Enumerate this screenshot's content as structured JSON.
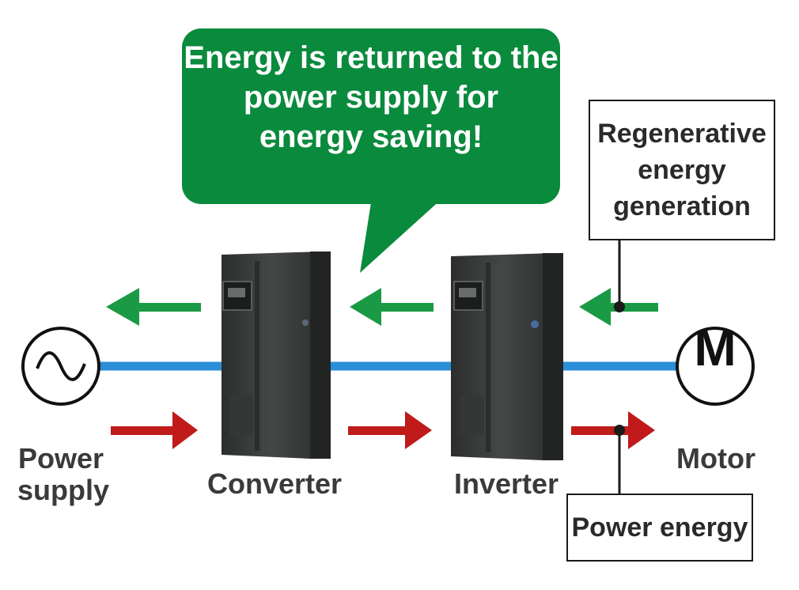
{
  "bubble": {
    "lines": [
      "Energy is returned to the",
      "power supply for",
      "energy saving!"
    ]
  },
  "labels": {
    "power_supply": [
      "Power",
      "supply"
    ],
    "converter": "Converter",
    "inverter": "Inverter",
    "motor": "Motor",
    "motor_symbol": "M"
  },
  "callouts": {
    "regenerative": [
      "Regenerative",
      "energy",
      "generation"
    ],
    "power_energy": "Power energy"
  },
  "colors": {
    "bubble_green": "#0a8a3c",
    "regen_arrow_green": "#1a9a44",
    "power_arrow_red": "#c01a1a",
    "link_blue": "#2a8fd8",
    "device_body": "#3b3d3c"
  },
  "icons": {
    "power_source": "ac-sine-source-icon",
    "motor": "motor-icon"
  }
}
